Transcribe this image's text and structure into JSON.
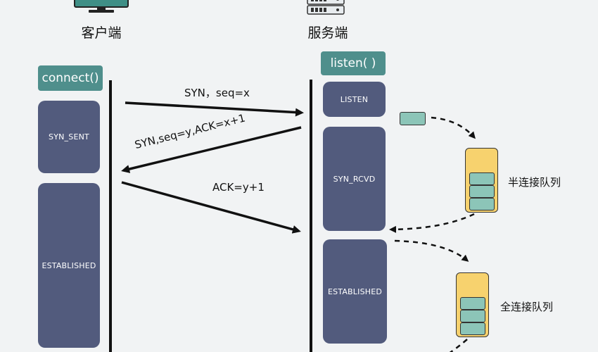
{
  "client": {
    "title": "客户端",
    "call": "connect()",
    "states": [
      "SYN_SENT",
      "ESTABLISHED"
    ]
  },
  "server": {
    "title": "服务端",
    "call": "listen( )",
    "states": [
      "LISTEN",
      "SYN_RCVD",
      "ESTABLISHED"
    ]
  },
  "messages": [
    "SYN，seq=x",
    "SYN,seq=y,ACK=x+1",
    "ACK=y+1"
  ],
  "queues": {
    "half": "半连接队列",
    "full": "全连接队列"
  },
  "colors": {
    "state_fill": "#525b7d",
    "call_fill": "#4f8f8c",
    "queue_fill": "#f7d26e",
    "slot_fill": "#8cc5b8",
    "background": "#f1f3f4"
  }
}
